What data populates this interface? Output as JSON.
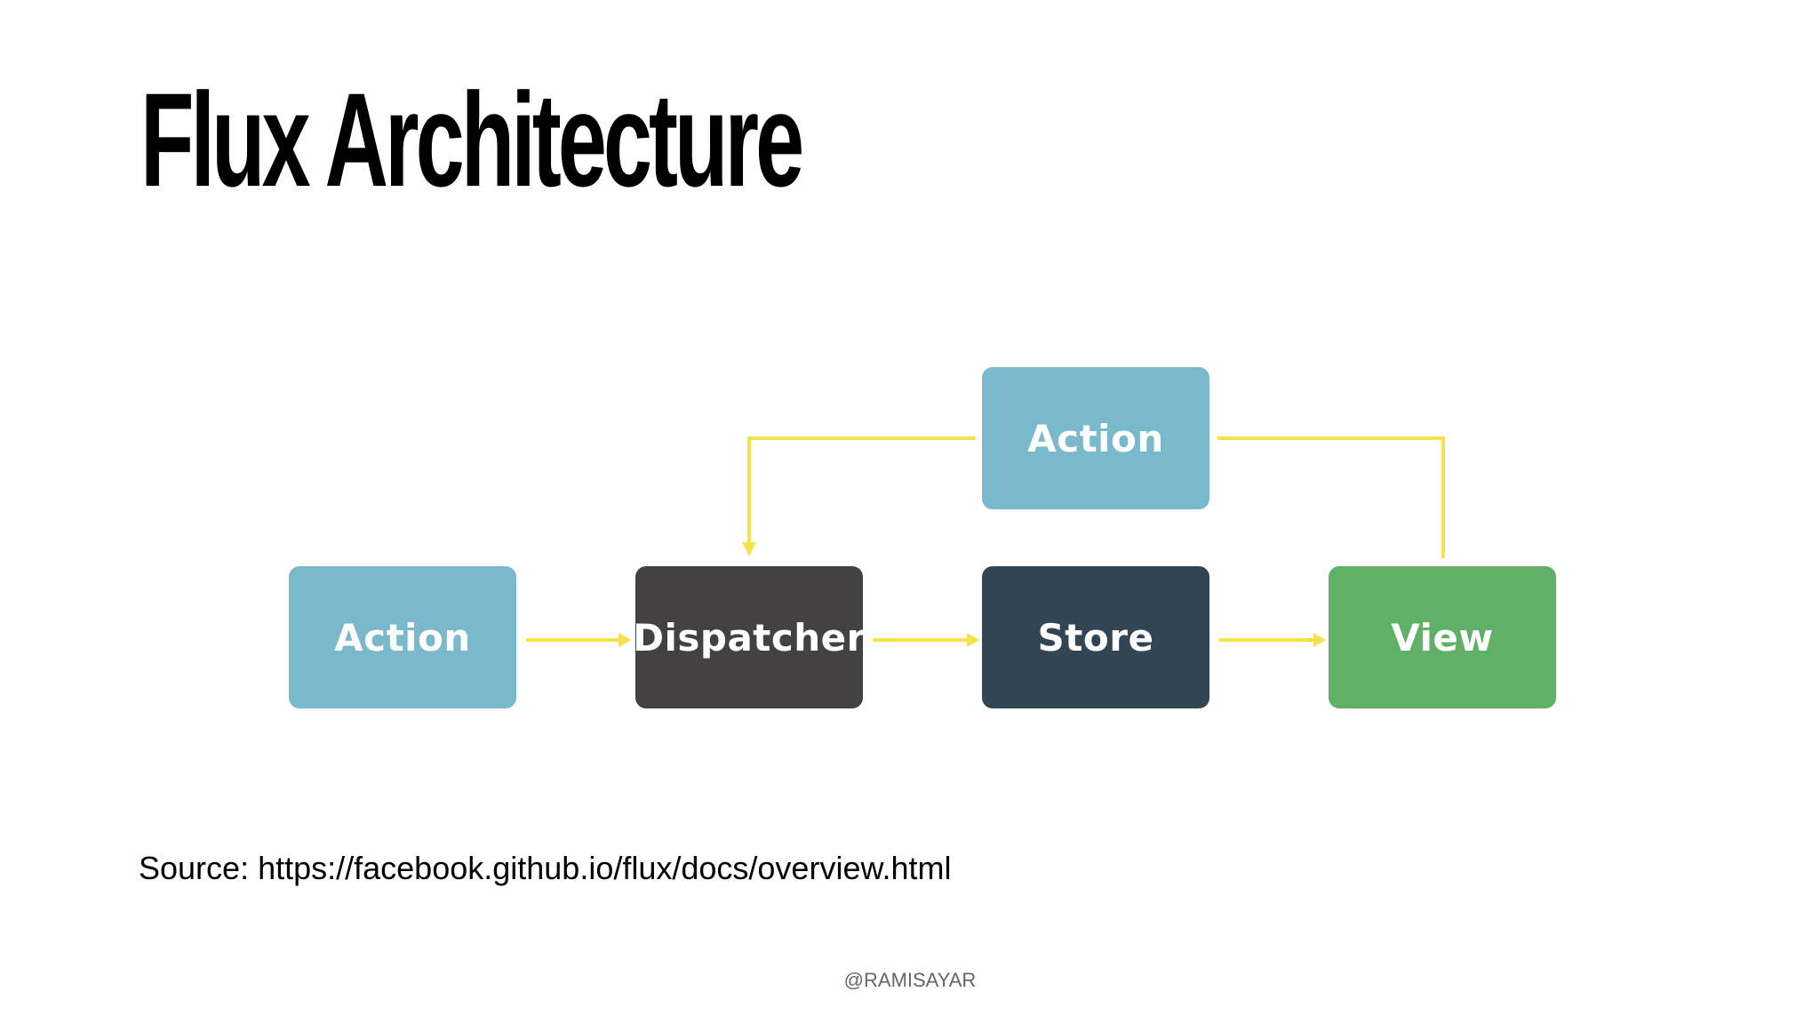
{
  "slide": {
    "title": "Flux Architecture",
    "source": "Source: https://facebook.github.io/flux/docs/overview.html",
    "footer": "@RAMISAYAR"
  },
  "diagram": {
    "nodes": [
      {
        "id": "action-left",
        "label": "Action",
        "color": "#7ab8cb"
      },
      {
        "id": "dispatcher",
        "label": "Dispatcher",
        "color": "#434142"
      },
      {
        "id": "store",
        "label": "Store",
        "color": "#314554"
      },
      {
        "id": "view",
        "label": "View",
        "color": "#61b067"
      },
      {
        "id": "action-top",
        "label": "Action",
        "color": "#7ab8cb"
      }
    ],
    "edges": [
      {
        "from": "action-left",
        "to": "dispatcher"
      },
      {
        "from": "dispatcher",
        "to": "store"
      },
      {
        "from": "store",
        "to": "view"
      },
      {
        "from": "view",
        "to": "action-top"
      },
      {
        "from": "action-top",
        "to": "dispatcher"
      }
    ],
    "arrow_color": "#f7e14a"
  }
}
